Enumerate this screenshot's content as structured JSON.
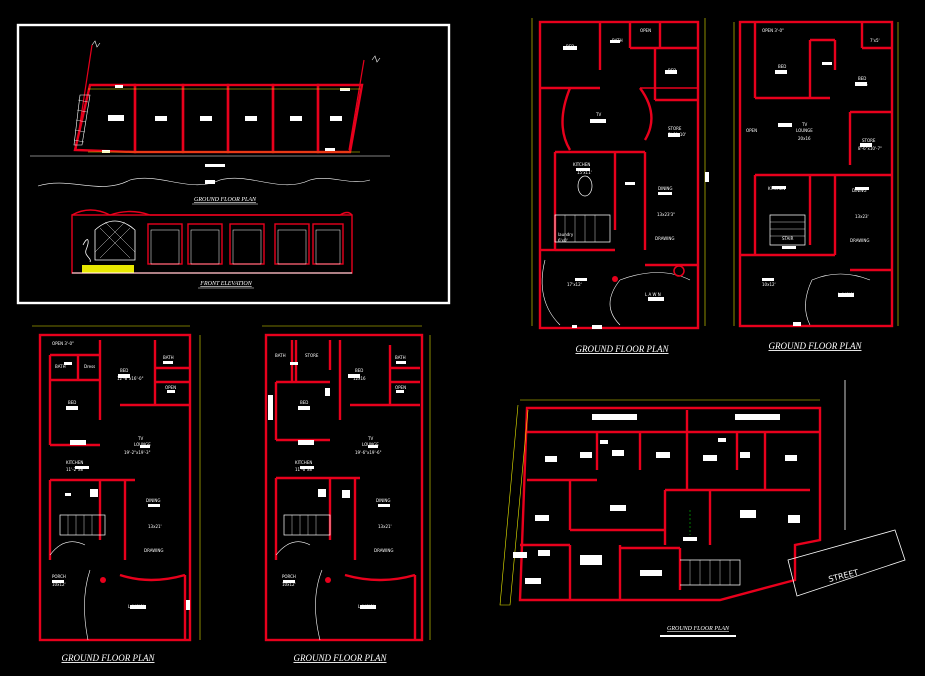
{
  "captions": {
    "top_left_plan": "GROUND FLOOR PLAN",
    "top_left_elevation": "FRONT ELEVATION",
    "plan_a": "GROUND FLOOR PLAN",
    "plan_b": "GROUND FLOOR PLAN",
    "plan_c": "GROUND FLOOR PLAN",
    "plan_d": "GROUND FLOOR PLAN",
    "plan_e": "GROUND FLOOR PLAN"
  },
  "plan_a": {
    "open": "OPEN",
    "bath": "BATH",
    "dn": "Dn↓",
    "bed1": "BED",
    "bed2": "BED",
    "tv": "TV",
    "store": "STORE",
    "store_dim": "8'-0\"x10'",
    "kitchen": "KITCHEN",
    "kitchen_dim": "15'x11'",
    "dining": "DINING",
    "dining_dim": "13x23'3\"",
    "drawing": "DRAWING",
    "lawn": "L A W N",
    "porch_dim": "17'x12'",
    "laundry": "laundry",
    "laundry_dim": "6'x0'"
  },
  "plan_b": {
    "open": "OPEN 3'-0\"",
    "bath_dim": "7'x5'",
    "bed": "BED",
    "bed2": "BED",
    "bed2_dim": "12x16",
    "tv": "TV",
    "lounge": "LOUNGE",
    "lounge_dim": "20x16",
    "open2": "OPEN",
    "store": "STORE",
    "store_dim": "8'-6\"x10'-7\"",
    "kitchen": "KITCHEN",
    "dining": "DINING",
    "dining_dim": "13x23'",
    "stair": "STAIR",
    "drawing": "DRAWING",
    "lawn": "L A W N",
    "porch_dim": "10x12'"
  },
  "plan_c": {
    "open": "OPEN 3'-0\"",
    "bath": "BATH",
    "dress": "Dress",
    "bed": "BED",
    "bed_dim": "12'-8\"x16'-0\"",
    "bath2": "BATH",
    "open2": "OPEN",
    "bed2": "BED",
    "tv": "TV",
    "lounge": "LOUNGE",
    "lounge_dim": "19'-2\"x19'-3\"",
    "kitchen": "KITCHEN",
    "kitchen_dim": "11'-2\"x8'",
    "dining": "DINING",
    "dining_dim": "13x21'",
    "drawing": "DRAWING",
    "porch": "PORCH",
    "porch_dim": "10x12'",
    "lawn": "L A W N"
  },
  "plan_d": {
    "bath": "BATH",
    "store": "STORE",
    "bed": "BED",
    "bed_dim": "12x16",
    "bath2": "BATH",
    "open": "OPEN",
    "bed2": "BED",
    "tv": "TV",
    "lounge": "LOUNGE",
    "lounge_dim": "19'-6\"x19'-6\"",
    "kitchen": "KITCHEN",
    "kitchen_dim": "11'-6\"x8'",
    "dining": "DINING",
    "dining_dim": "13x21'",
    "drawing": "DRAWING",
    "porch": "PORCH",
    "porch_dim": "10x12'",
    "lawn": "L A W N"
  },
  "plan_e": {
    "street": "STREET"
  },
  "colors": {
    "wall": "#e8001c",
    "dim": "#e8e800",
    "line": "#ffffff",
    "door": "#00c800"
  }
}
